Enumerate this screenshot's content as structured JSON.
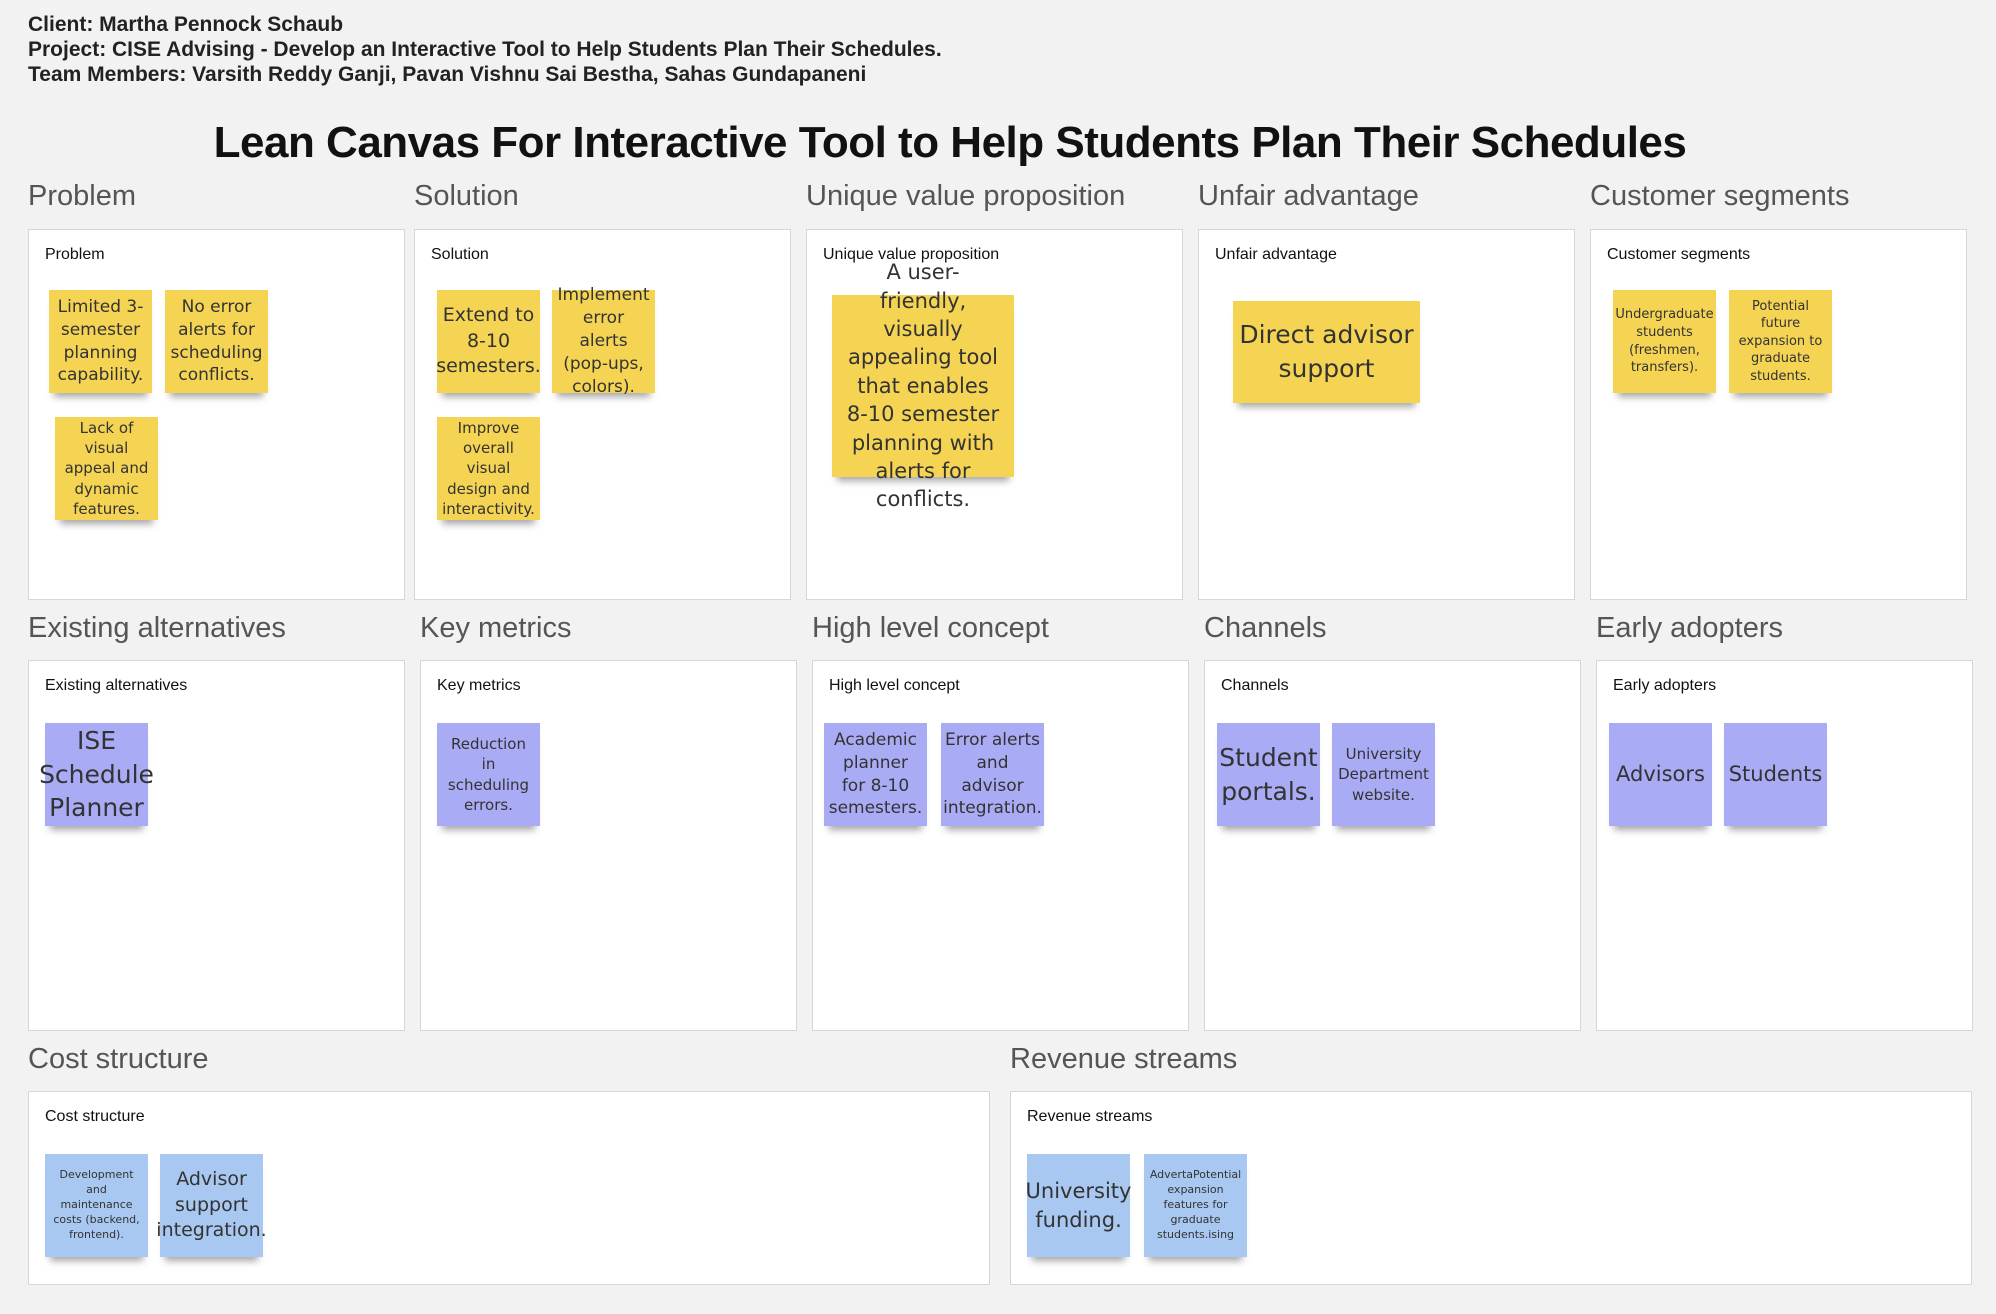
{
  "header": {
    "client": "Client: Martha Pennock Schaub",
    "project": "Project: CISE Advising - Develop an Interactive Tool to Help Students Plan Their Schedules.",
    "team": "Team Members: Varsith Reddy Ganji, Pavan Vishnu Sai Bestha, Sahas Gundapaneni"
  },
  "title": "Lean Canvas For Interactive Tool to Help Students Plan Their Schedules",
  "sections": {
    "problem": {
      "heading": "Problem",
      "label": "Problem",
      "notes": [
        "Limited 3-semester planning capability.",
        "No error alerts for scheduling conflicts.",
        "Lack of visual appeal and dynamic features."
      ]
    },
    "solution": {
      "heading": "Solution",
      "label": "Solution",
      "notes": [
        "Extend to 8-10 semesters.",
        "Implement error alerts (pop-ups, colors).",
        "Improve overall visual design and interactivity."
      ]
    },
    "uvp": {
      "heading": "Unique value proposition",
      "label": "Unique value proposition",
      "notes": [
        "A user-friendly, visually appealing tool that enables 8-10 semester planning with alerts for conflicts."
      ]
    },
    "unfair": {
      "heading": "Unfair advantage",
      "label": "Unfair advantage",
      "notes": [
        "Direct advisor support"
      ]
    },
    "segments": {
      "heading": "Customer segments",
      "label": "Customer segments",
      "notes": [
        "Undergraduate students (freshmen, transfers).",
        "Potential future expansion to graduate students."
      ]
    },
    "alternatives": {
      "heading": "Existing alternatives",
      "label": "Existing alternatives",
      "notes": [
        "ISE Schedule Planner"
      ]
    },
    "metrics": {
      "heading": "Key metrics",
      "label": "Key metrics",
      "notes": [
        "Reduction in scheduling errors."
      ]
    },
    "concept": {
      "heading": "High level concept",
      "label": "High level concept",
      "notes": [
        "Academic planner for 8-10 semesters.",
        "Error alerts and advisor integration."
      ]
    },
    "channels": {
      "heading": "Channels",
      "label": "Channels",
      "notes": [
        "Student portals.",
        "University Department website."
      ]
    },
    "adopters": {
      "heading": "Early adopters",
      "label": "Early adopters",
      "notes": [
        "Advisors",
        "Students"
      ]
    },
    "cost": {
      "heading": "Cost structure",
      "label": "Cost structure",
      "notes": [
        "Development and maintenance costs (backend, frontend).",
        "Advisor support integration."
      ]
    },
    "revenue": {
      "heading": "Revenue streams",
      "label": "Revenue streams",
      "notes": [
        "University funding.",
        "AdvertaPotential expansion features for graduate students.ising"
      ]
    }
  },
  "colors": {
    "background": "#f2f2f2",
    "panel": "#ffffff",
    "sticky_yellow": "#f5d453",
    "sticky_purple": "#a9abf5",
    "sticky_blue": "#a8c8f2"
  }
}
